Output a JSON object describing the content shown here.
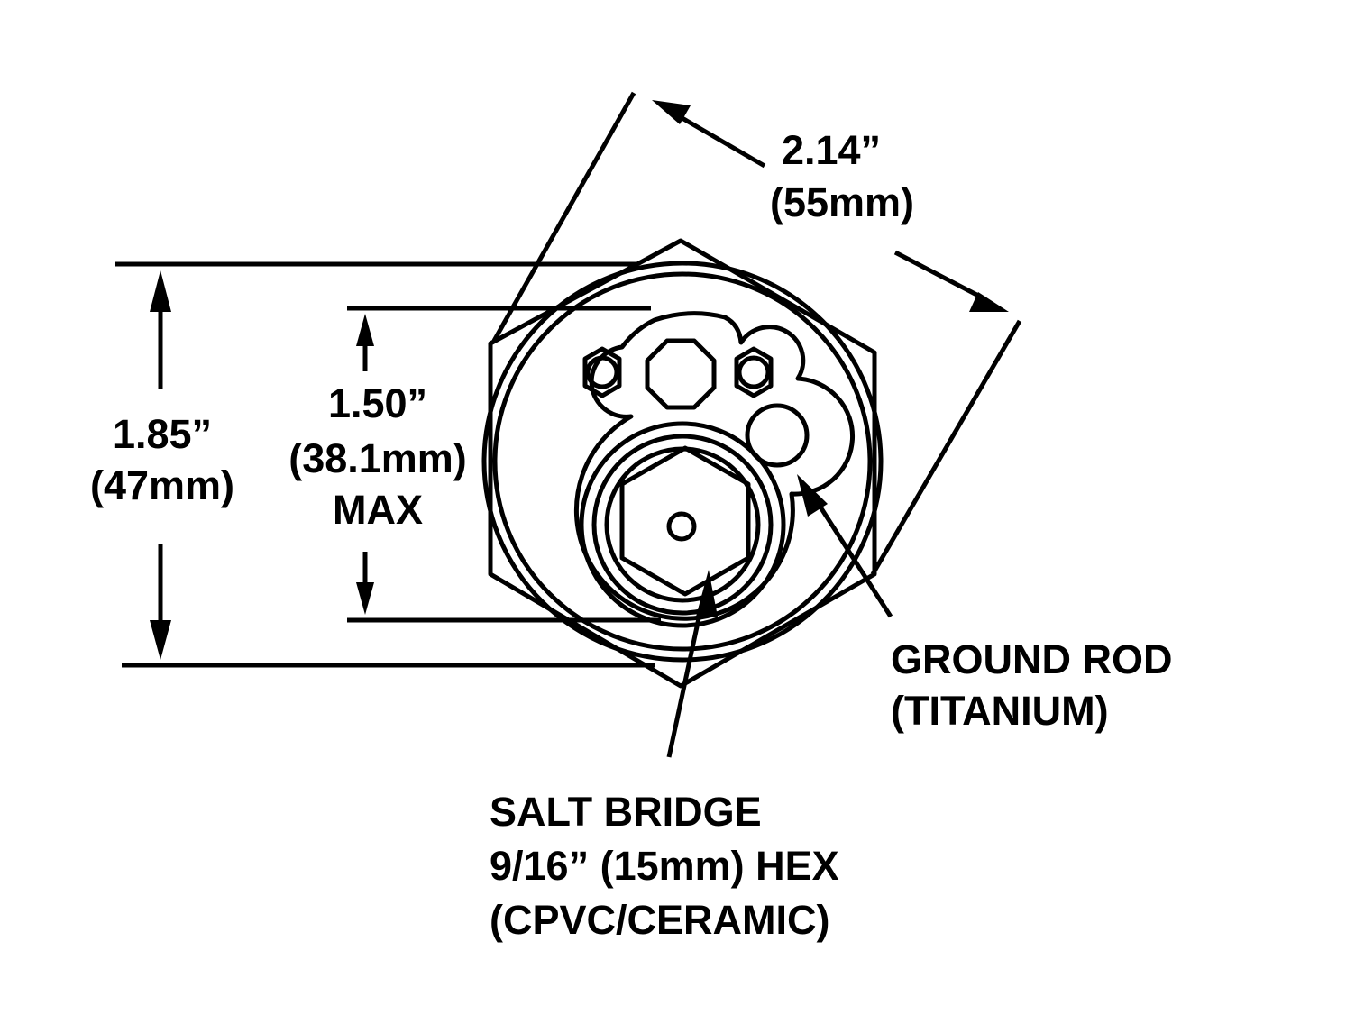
{
  "dimensions": {
    "across_flats": {
      "value": "1.85”",
      "metric": "(47mm)"
    },
    "max_diameter": {
      "value": "1.50”",
      "metric": "(38.1mm)",
      "note": "MAX"
    },
    "across_corners": {
      "value": "2.14”",
      "metric": "(55mm)"
    }
  },
  "callouts": {
    "ground_rod": {
      "line1": "GROUND ROD",
      "line2": "(TITANIUM)"
    },
    "salt_bridge": {
      "line1": "SALT BRIDGE",
      "line2": "9/16” (15mm) HEX",
      "line3": "(CPVC/CERAMIC)"
    }
  },
  "colors": {
    "ink": "#000000",
    "background": "#ffffff"
  }
}
